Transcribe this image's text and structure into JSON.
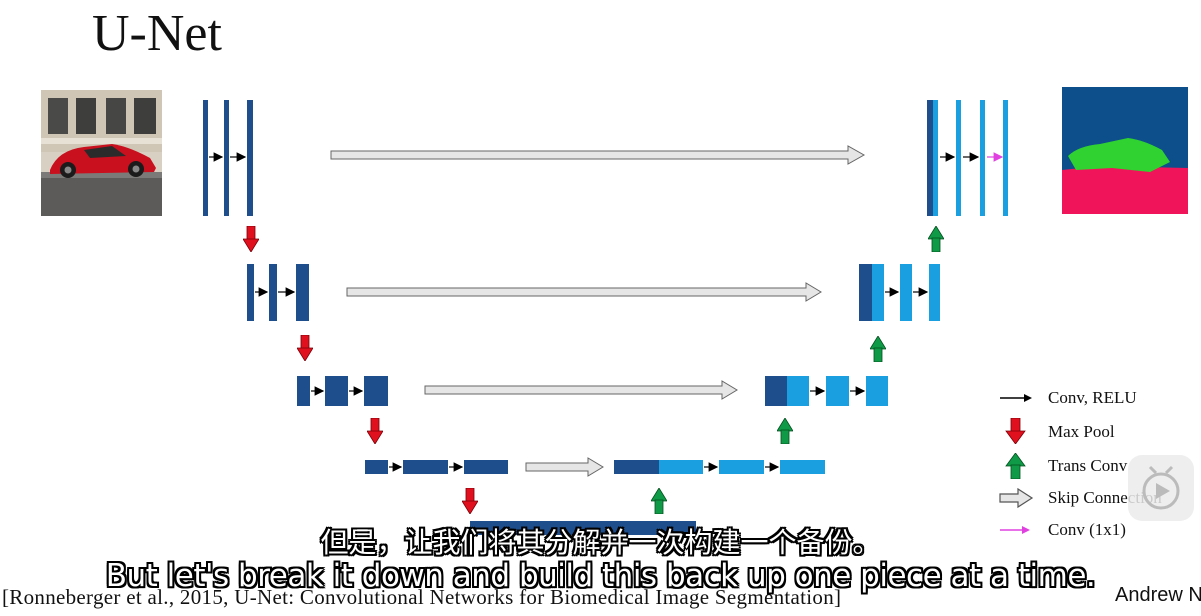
{
  "title": "U-Net",
  "legend": [
    {
      "key": "conv_relu",
      "label": "Conv, RELU",
      "icon": "black-arrow-icon",
      "color": "#000000"
    },
    {
      "key": "max_pool",
      "label": "Max Pool",
      "icon": "red-down-arrow-icon",
      "color": "#e0101e"
    },
    {
      "key": "trans_conv",
      "label": "Trans Conv",
      "icon": "green-up-arrow-icon",
      "color": "#0e9a47"
    },
    {
      "key": "skip",
      "label": "Skip Connection",
      "icon": "white-outline-arrow-icon",
      "color": "#dddddd"
    },
    {
      "key": "conv_1x1",
      "label": "Conv (1x1)",
      "icon": "magenta-arrow-icon",
      "color": "#e040e0"
    }
  ],
  "subtitles": {
    "cn": "但是，让我们将其分解并一次构建一个备份。",
    "en": "But let's break it down and build this back up one piece at a time."
  },
  "citation": "[Ronneberger et al., 2015, U-Net: Convolutional Networks for Biomedical Image Segmentation]",
  "author": "Andrew N",
  "colors": {
    "dark_block": "#1f4e8c",
    "light_block": "#1a9fe0",
    "pool_arrow": "#e0101e",
    "trans_arrow": "#0e9a47",
    "conv1x1_arrow": "#e040e0",
    "seg_sky": "#0d4f8a",
    "seg_car": "#2fd230",
    "seg_road": "#f0155a"
  }
}
